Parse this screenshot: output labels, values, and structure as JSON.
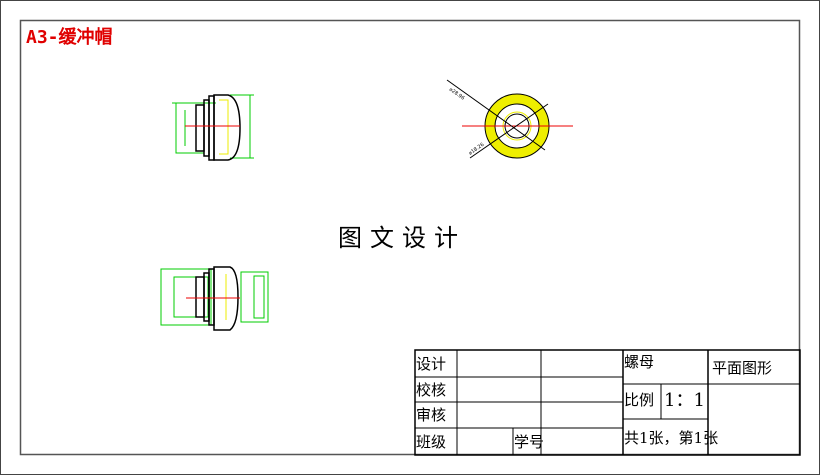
{
  "drawing_title": "A3-缓冲帽",
  "center_caption": "图文设计",
  "title_block": {
    "design": "设计",
    "check": "校核",
    "review": "审核",
    "class": "班级",
    "student_no": "学号",
    "part_name": "螺母",
    "drawing_type": "平面图形",
    "scale_label": "比例",
    "scale_value": "1：1",
    "sheets": "共1张，第1张"
  },
  "colors": {
    "title": "#e00000",
    "centerline": "#e00000",
    "dimension": "#00cc00",
    "highlight": "#f0f000"
  }
}
